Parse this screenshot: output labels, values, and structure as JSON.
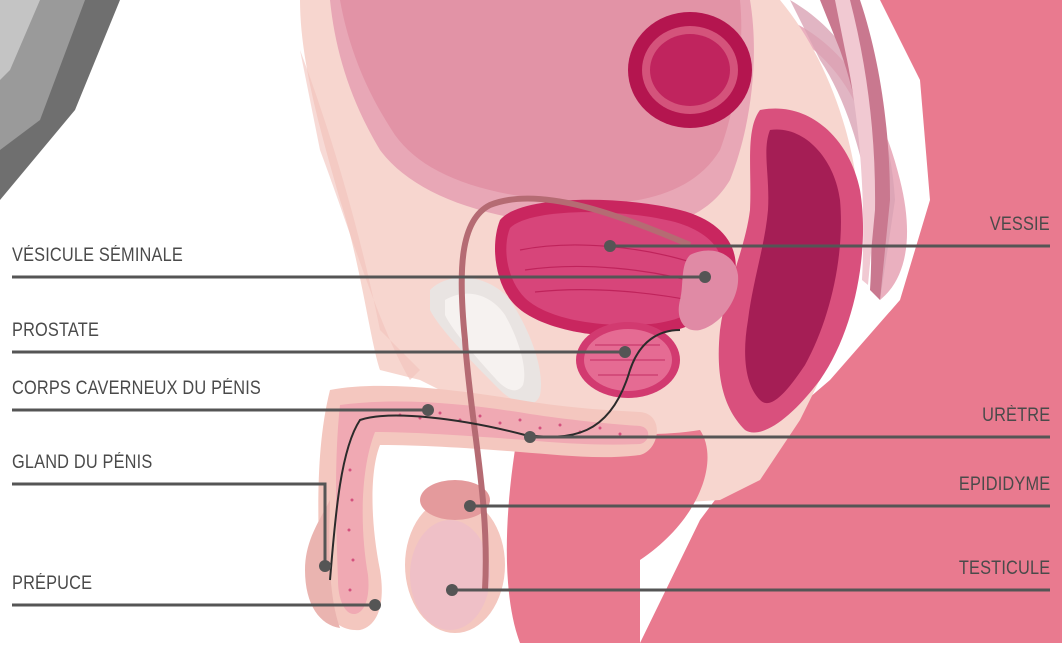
{
  "labels_left": [
    {
      "id": "vesicule",
      "text": "VÉSICULE SÉMINALE"
    },
    {
      "id": "prostate",
      "text": "PROSTATE"
    },
    {
      "id": "corps",
      "text": "CORPS CAVERNEUX DU PÉNIS"
    },
    {
      "id": "gland",
      "text": "GLAND DU PÉNIS"
    },
    {
      "id": "prepuce",
      "text": "PRÉPUCE"
    }
  ],
  "labels_right": [
    {
      "id": "vessie",
      "text": "VESSIE"
    },
    {
      "id": "uretre",
      "text": "URÈTRE"
    },
    {
      "id": "epididyme",
      "text": "EPIDIDYME"
    },
    {
      "id": "testicule",
      "text": "TESTICULE"
    }
  ],
  "colors": {
    "skin": "#f7d2cb",
    "flesh_pink": "#e8788c",
    "deep_magenta": "#c2185b",
    "dark_magenta": "#9c1b4a",
    "light_mauve": "#e4a6b8",
    "leader_line": "#555555",
    "label_text": "#4a4a4a"
  }
}
